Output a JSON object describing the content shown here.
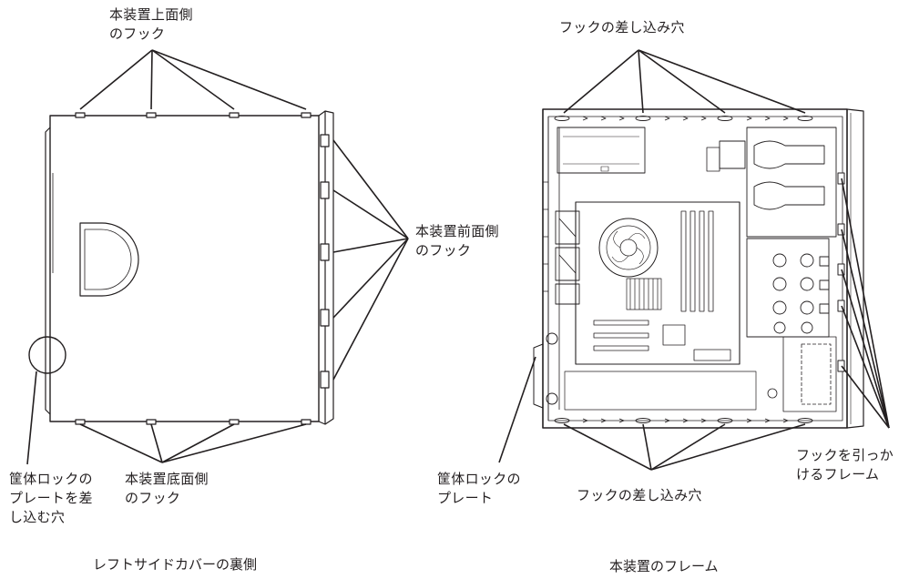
{
  "labels": {
    "cover_top_hooks": "本装置上面側\nのフック",
    "cover_front_hooks": "本装置前面側\nのフック",
    "cover_lock_slot": "筐体ロックの\nプレートを差\nし込む穴",
    "cover_bottom_hooks": "本装置底面側\nのフック",
    "frame_top_slots": "フックの差し込み穴",
    "frame_lock_plate": "筐体ロックの\nプレート",
    "frame_bottom_slots": "フックの差し込み穴",
    "frame_hook_frame": "フックを引っか\nけるフレーム"
  },
  "captions": {
    "left": "レフトサイドカバーの裏側",
    "right": "本装置のフレーム"
  }
}
